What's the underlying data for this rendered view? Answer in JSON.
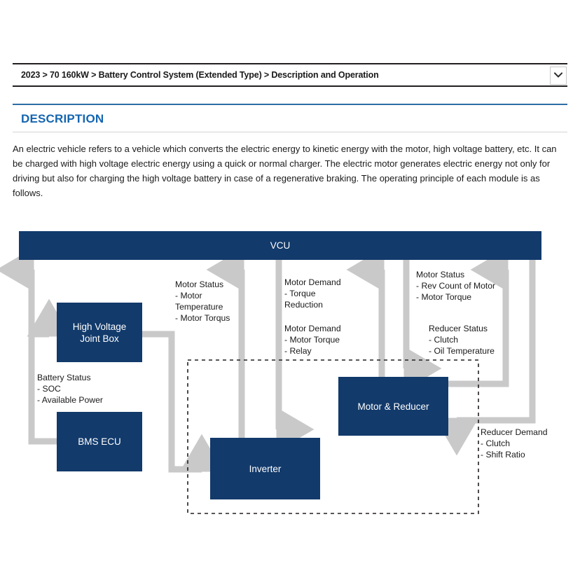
{
  "breadcrumb": {
    "text": "2023 > 70 160kW > Battery Control System (Extended Type) > Description and Operation",
    "dropdown_icon": "chevron-down-icon"
  },
  "section": {
    "heading": "DESCRIPTION",
    "body": "An electric vehicle refers to a vehicle which converts the electric energy to kinetic energy with the motor, high voltage battery, etc. It can be charged with high voltage electric energy using a quick or normal charger. The electric motor generates electric energy not only for driving but also for charging the high voltage battery in case of a regenerative braking. The operating principle of each module is as follows."
  },
  "diagram": {
    "colors": {
      "block_fill": "#123a6b",
      "block_text": "#ffffff",
      "arrow": "#c9c9c9",
      "dashed_border": "#231f20"
    },
    "blocks": {
      "vcu": "VCU",
      "high_voltage_joint_box": "High Voltage\nJoint Box",
      "bms_ecu": "BMS ECU",
      "inverter": "Inverter",
      "motor_reducer": "Motor & Reducer"
    },
    "labels": {
      "motor_status_left": "Motor Status\n- Motor\n   Temperature\n- Motor Torqus",
      "motor_demand_torque_reduction": "Motor Demand\n - Torque\n    Reduction",
      "motor_demand_relay": "Motor Demand\n- Motor Torque\n- Relay",
      "motor_status_right": "Motor Status\n- Rev Count of Motor\n- Motor Torque",
      "reducer_status": "Reducer Status\n - Clutch\n - Oil Temperature",
      "battery_status": "Battery Status\n- SOC\n- Available Power",
      "reducer_demand": "Reducer Demand\n- Clutch\n- Shift Ratio"
    }
  }
}
